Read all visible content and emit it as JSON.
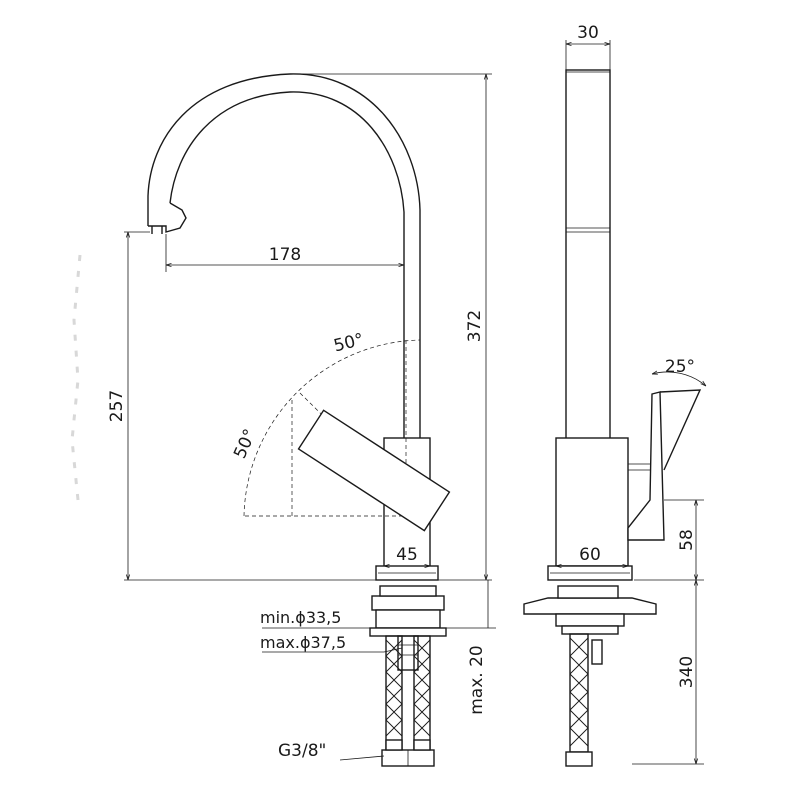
{
  "dimensions": {
    "spout_reach": "178",
    "total_height": "372",
    "spout_height": "257",
    "lever_angle_top": "50°",
    "lever_angle_side": "50°",
    "body_width_front": "45",
    "body_width_side": "60",
    "spout_width": "30",
    "lever_tilt": "25°",
    "body_height": "58",
    "hose_length": "340",
    "hole_min": "min.ϕ33,5",
    "hole_max": "max.ϕ37,5",
    "worktop_max": "max. 20",
    "thread": "G3/8\""
  },
  "colors": {
    "line": "#1a1a1a",
    "background": "#ffffff"
  }
}
